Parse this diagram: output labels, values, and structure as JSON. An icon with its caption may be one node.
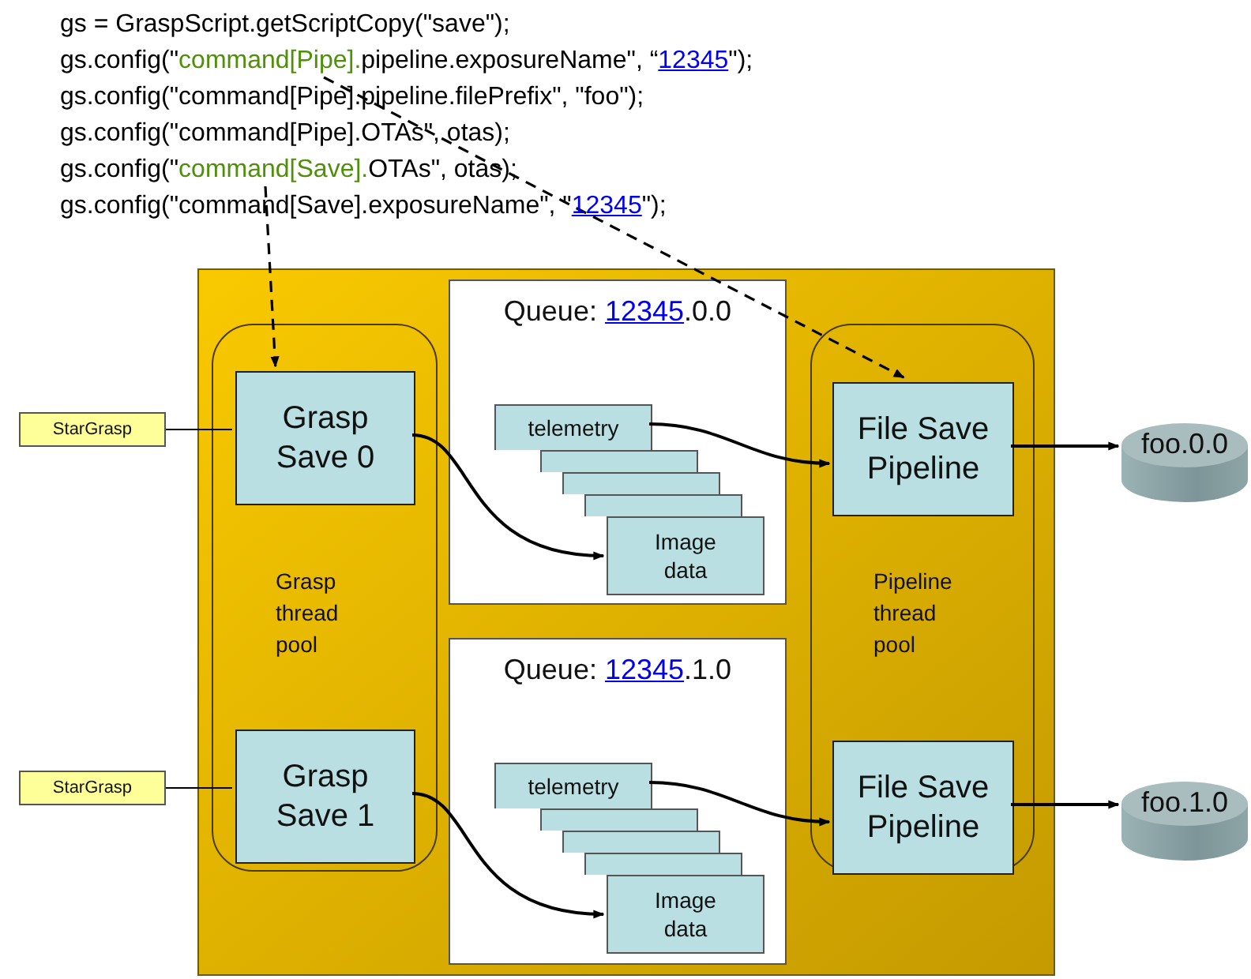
{
  "diagram": {
    "nodes": [
      {
        "text": [
          "gs = GraspScript.getScriptCopy(\"save\");"
        ]
      },
      {
        "text": [
          "gs.config(\"",
          "command[Pipe].",
          "pipeline.exposureName\", “",
          "12345",
          "\");"
        ]
      },
      {
        "text": [
          "gs.config(\"command[Pipe].pipeline.filePrefix\", \"foo\");"
        ]
      },
      {
        "text": [
          "gs.config(\"command[Pipe].OTAs\", otas);"
        ]
      },
      {
        "text": [
          "gs.config(\"",
          "command[Save].",
          "OTAs\", otas);"
        ]
      },
      {
        "text": [
          "gs.config(\"command[Save].exposureName\", \"",
          "12345",
          "\");"
        ]
      },
      {
        "text": [],
        "shape": "box"
      },
      {
        "text": [
          "Grasp thread pool"
        ],
        "in": 6
      },
      {
        "text": [
          "Grasp Save 0"
        ],
        "in": 7
      },
      {
        "text": [
          "Grasp Save 1"
        ],
        "in": 7
      },
      {
        "text": [
          "Queue:",
          "12345",
          ".0.0"
        ],
        "in": 6
      },
      {
        "text": [
          "telemetry"
        ],
        "in": 10
      },
      {
        "text": [],
        "shape": "box",
        "in": 10
      },
      {
        "text": [],
        "shape": "box",
        "in": 10
      },
      {
        "text": [],
        "shape": "box",
        "in": 10
      },
      {
        "text": [
          "Image data"
        ],
        "in": 10
      },
      {
        "text": [
          "Queue:",
          "12345",
          ".1.0"
        ],
        "in": 6
      },
      {
        "text": [
          "telemetry"
        ],
        "in": 16
      },
      {
        "text": [],
        "shape": "box",
        "in": 16
      },
      {
        "text": [],
        "shape": "box",
        "in": 16
      },
      {
        "text": [],
        "shape": "box",
        "in": 16
      },
      {
        "text": [
          "Image data"
        ],
        "in": 16
      },
      {
        "text": [
          "Pipeline thread pool"
        ],
        "in": 6
      },
      {
        "text": [
          "File Save Pipeline"
        ],
        "in": 22
      },
      {
        "text": [
          "File Save Pipeline"
        ],
        "in": 22
      },
      {
        "text": [
          "StarGrasp"
        ]
      },
      {
        "text": [
          "StarGrasp"
        ]
      },
      {
        "text": [
          "foo.0.0"
        ]
      },
      {
        "text": [
          "foo.1.0"
        ]
      }
    ],
    "edges": [
      {
        "from": 1,
        "to": 23,
        "arrow": "to",
        "style": "dashed"
      },
      {
        "from": 4,
        "to": 8,
        "arrow": "to",
        "style": "dashed"
      },
      {
        "from": 25,
        "to": 8,
        "arrow": "none"
      },
      {
        "from": 8,
        "to": 15,
        "arrow": "to"
      },
      {
        "from": 11,
        "to": 23,
        "arrow": "to"
      },
      {
        "from": 23,
        "to": 27,
        "arrow": "to"
      },
      {
        "from": 26,
        "to": 9,
        "arrow": "none"
      },
      {
        "from": 9,
        "to": 21,
        "arrow": "to"
      },
      {
        "from": 17,
        "to": 24,
        "arrow": "to"
      },
      {
        "from": 24,
        "to": 28,
        "arrow": "to"
      }
    ]
  }
}
